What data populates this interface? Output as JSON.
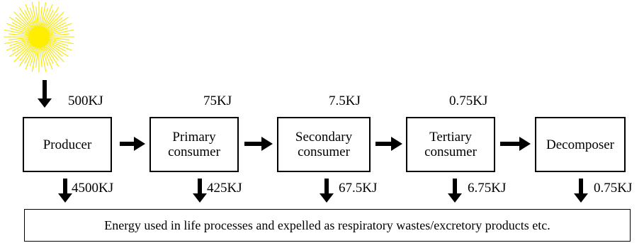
{
  "nodes": [
    {
      "label": "Producer",
      "energy_in": "500KJ",
      "energy_lost": "4500KJ"
    },
    {
      "label": "Primary consumer",
      "energy_in": "75KJ",
      "energy_lost": "425KJ"
    },
    {
      "label": "Secondary consumer",
      "energy_in": "7.5KJ",
      "energy_lost": "67.5KJ"
    },
    {
      "label": "Tertiary consumer",
      "energy_in": "0.75KJ",
      "energy_lost": "6.75KJ"
    },
    {
      "label": "Decomposer",
      "energy_lost": "0.75KJ"
    }
  ],
  "bottom_box": "Energy used in life processes and expelled as respiratory wastes/excretory products etc.",
  "colors": {
    "sun_rays": "#f5e600",
    "sun_center": "#ffee00",
    "lines": "#000000"
  }
}
